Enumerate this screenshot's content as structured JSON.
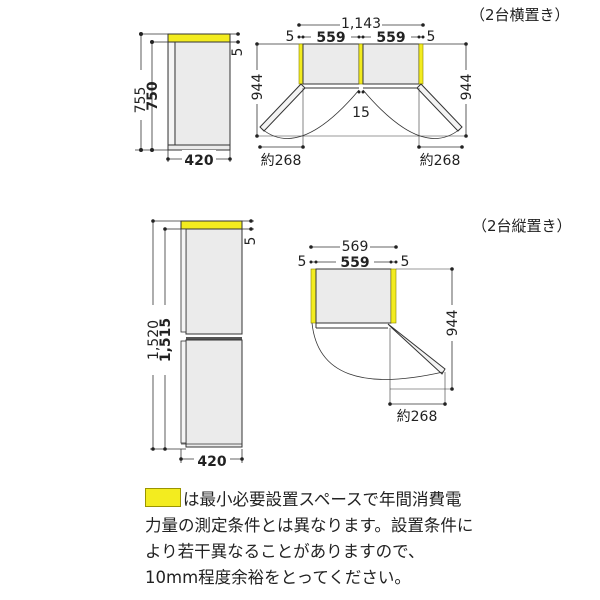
{
  "side_by_side": {
    "title": "（2台横置き）",
    "side_view": {
      "height_total": "755",
      "height_body": "750",
      "top_gap": "5",
      "depth": "420"
    },
    "plan_view": {
      "total_width": "1,143",
      "left_gap": "5",
      "unit_width_left": "559",
      "unit_width_right": "559",
      "right_gap": "5",
      "door_open_depth_left": "944",
      "door_open_depth_right": "944",
      "center_gap": "15",
      "door_swing_left": "約268",
      "door_swing_right": "約268"
    }
  },
  "stacked": {
    "title": "（2台縦置き）",
    "side_view": {
      "height_total": "1,520",
      "height_body": "1,515",
      "top_gap": "5",
      "depth": "420"
    },
    "plan_view": {
      "total_width": "569",
      "left_gap": "5",
      "unit_width": "559",
      "right_gap": "5",
      "door_open_depth": "944",
      "door_swing": "約268"
    }
  },
  "note": {
    "legend_color": "#f3ec1f",
    "text": "は最小必要設置スペースで年間消費電力量の測定条件とは異なります。設置条件により若干異なることがありますので、10mm程度余裕をとってください。"
  },
  "colors": {
    "yellow": "#f3ec1f",
    "body_fill": "#ebebeb",
    "line": "#333333"
  }
}
